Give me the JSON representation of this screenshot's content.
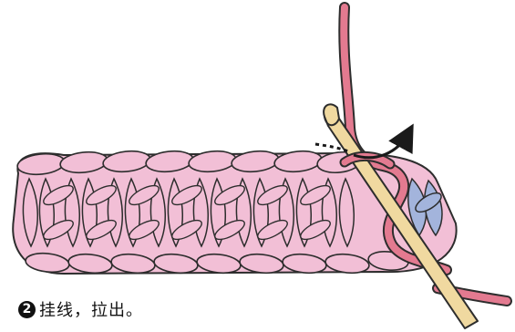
{
  "caption": {
    "step_number": "2",
    "text": "挂线，拉出。"
  },
  "colors": {
    "fabric_fill": "#f2bfd6",
    "fabric_outline": "#2d2d2d",
    "working_yarn": "#e37a90",
    "hook": "#f0d9a0",
    "new_loop": "#a3b4dc",
    "arrow": "#1a1a1a"
  },
  "icons": {
    "step_badge": "filled-circle-number",
    "direction": "curved-arrow-icon"
  }
}
